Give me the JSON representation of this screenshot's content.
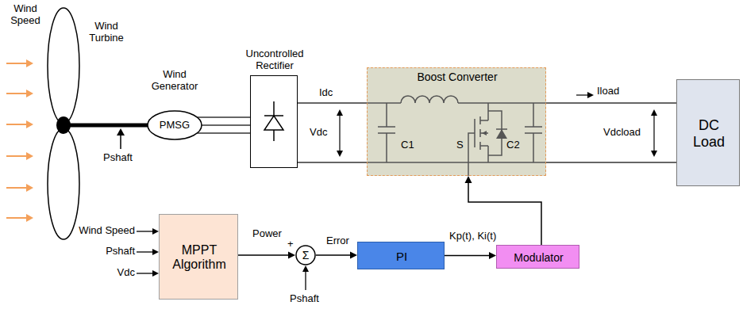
{
  "diagram": {
    "nodes": [
      {
        "text": [
          "Wind Generator",
          "PMSG"
        ]
      },
      {
        "text": [
          "Uncontrolled Rectifier"
        ]
      },
      {
        "text": [
          "Boost Converter"
        ]
      },
      {
        "text": [
          "DC Load"
        ]
      },
      {
        "text": [
          "MPPT Algorithm"
        ]
      },
      {
        "text": [
          "Σ"
        ]
      },
      {
        "text": [
          "PI"
        ]
      },
      {
        "text": [
          "Modulator"
        ]
      }
    ],
    "edges": [
      {
        "from": 0,
        "to": 1,
        "arrow": "none"
      },
      {
        "from": 1,
        "to": 2,
        "arrow": "none"
      },
      {
        "from": 2,
        "to": 3,
        "arrow": "none"
      },
      {
        "from": 4,
        "to": 5,
        "label": "Power",
        "arrow": "to"
      },
      {
        "from": 5,
        "to": 6,
        "label": "Error",
        "arrow": "to"
      },
      {
        "from": 6,
        "to": 7,
        "label": "Kp(t), Ki(t)",
        "arrow": "to"
      },
      {
        "from": 7,
        "to": 2,
        "arrow": "to"
      }
    ],
    "labels": [
      "Wind Speed",
      "Wind Turbine",
      "Pshaft",
      "Idc",
      "Vdc",
      "C1",
      "S",
      "C2",
      "Iload",
      "Vdcload",
      "Wind Speed",
      "Pshaft",
      "Vdc",
      "+",
      "Pshaft"
    ]
  }
}
